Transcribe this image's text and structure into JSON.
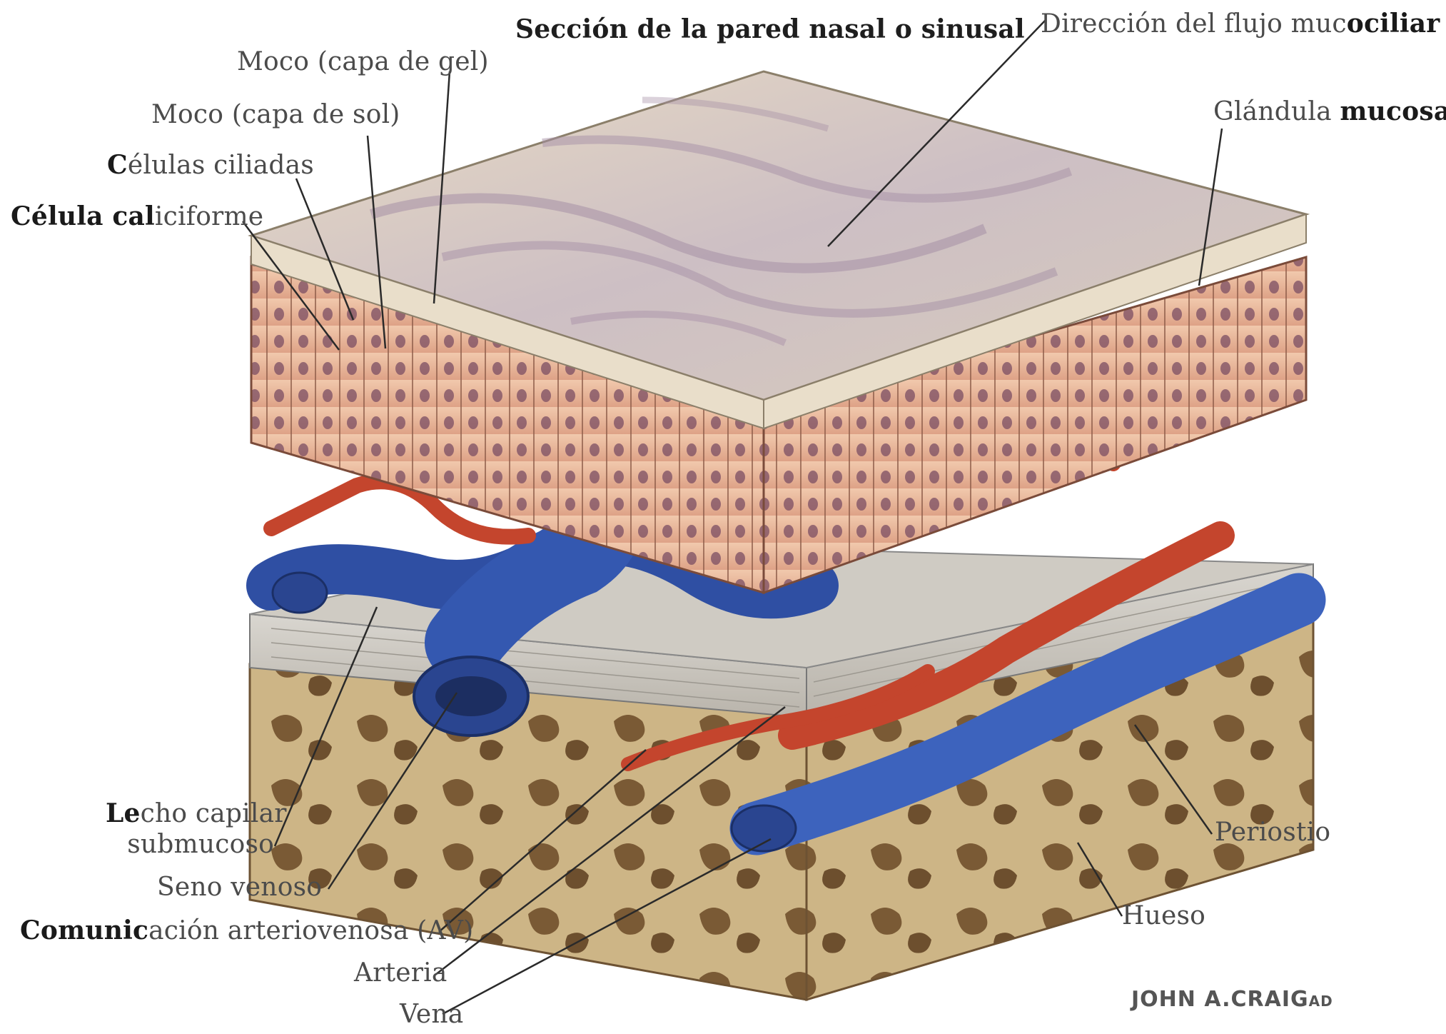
{
  "title": "Sección de la pared nasal o sinusal",
  "labels": {
    "flow_a": "Dirección del flujo muc",
    "flow_b": "ociliar",
    "gel": "Moco (capa de gel)",
    "sol": "Moco (capa de sol)",
    "ciliated_a": "C",
    "ciliated_b": "élulas ciliadas",
    "goblet_a": "Célula cal",
    "goblet_b": "iciforme",
    "gland_a": "Glándula ",
    "gland_b": "mucosa",
    "capillary_1a": "Le",
    "capillary_1b": "cho capilar",
    "capillary_2": "submucoso",
    "sinus": "Seno venoso",
    "av_a": "Comunic",
    "av_b": "ación arteriovenosa (AV)",
    "artery": "Arteria",
    "vein": "Vena",
    "periosteum": "Periostio",
    "bone": "Hueso"
  },
  "signature": "JOHN A.CRAIG",
  "signature_suffix": "AD",
  "colors": {
    "mucus": "#d9cdb8",
    "epithelium": "#e8b79a",
    "artery": "#c9452e",
    "vein": "#3a5cb0",
    "bone": "#cbb284",
    "periosteum": "#c9c4bc"
  }
}
